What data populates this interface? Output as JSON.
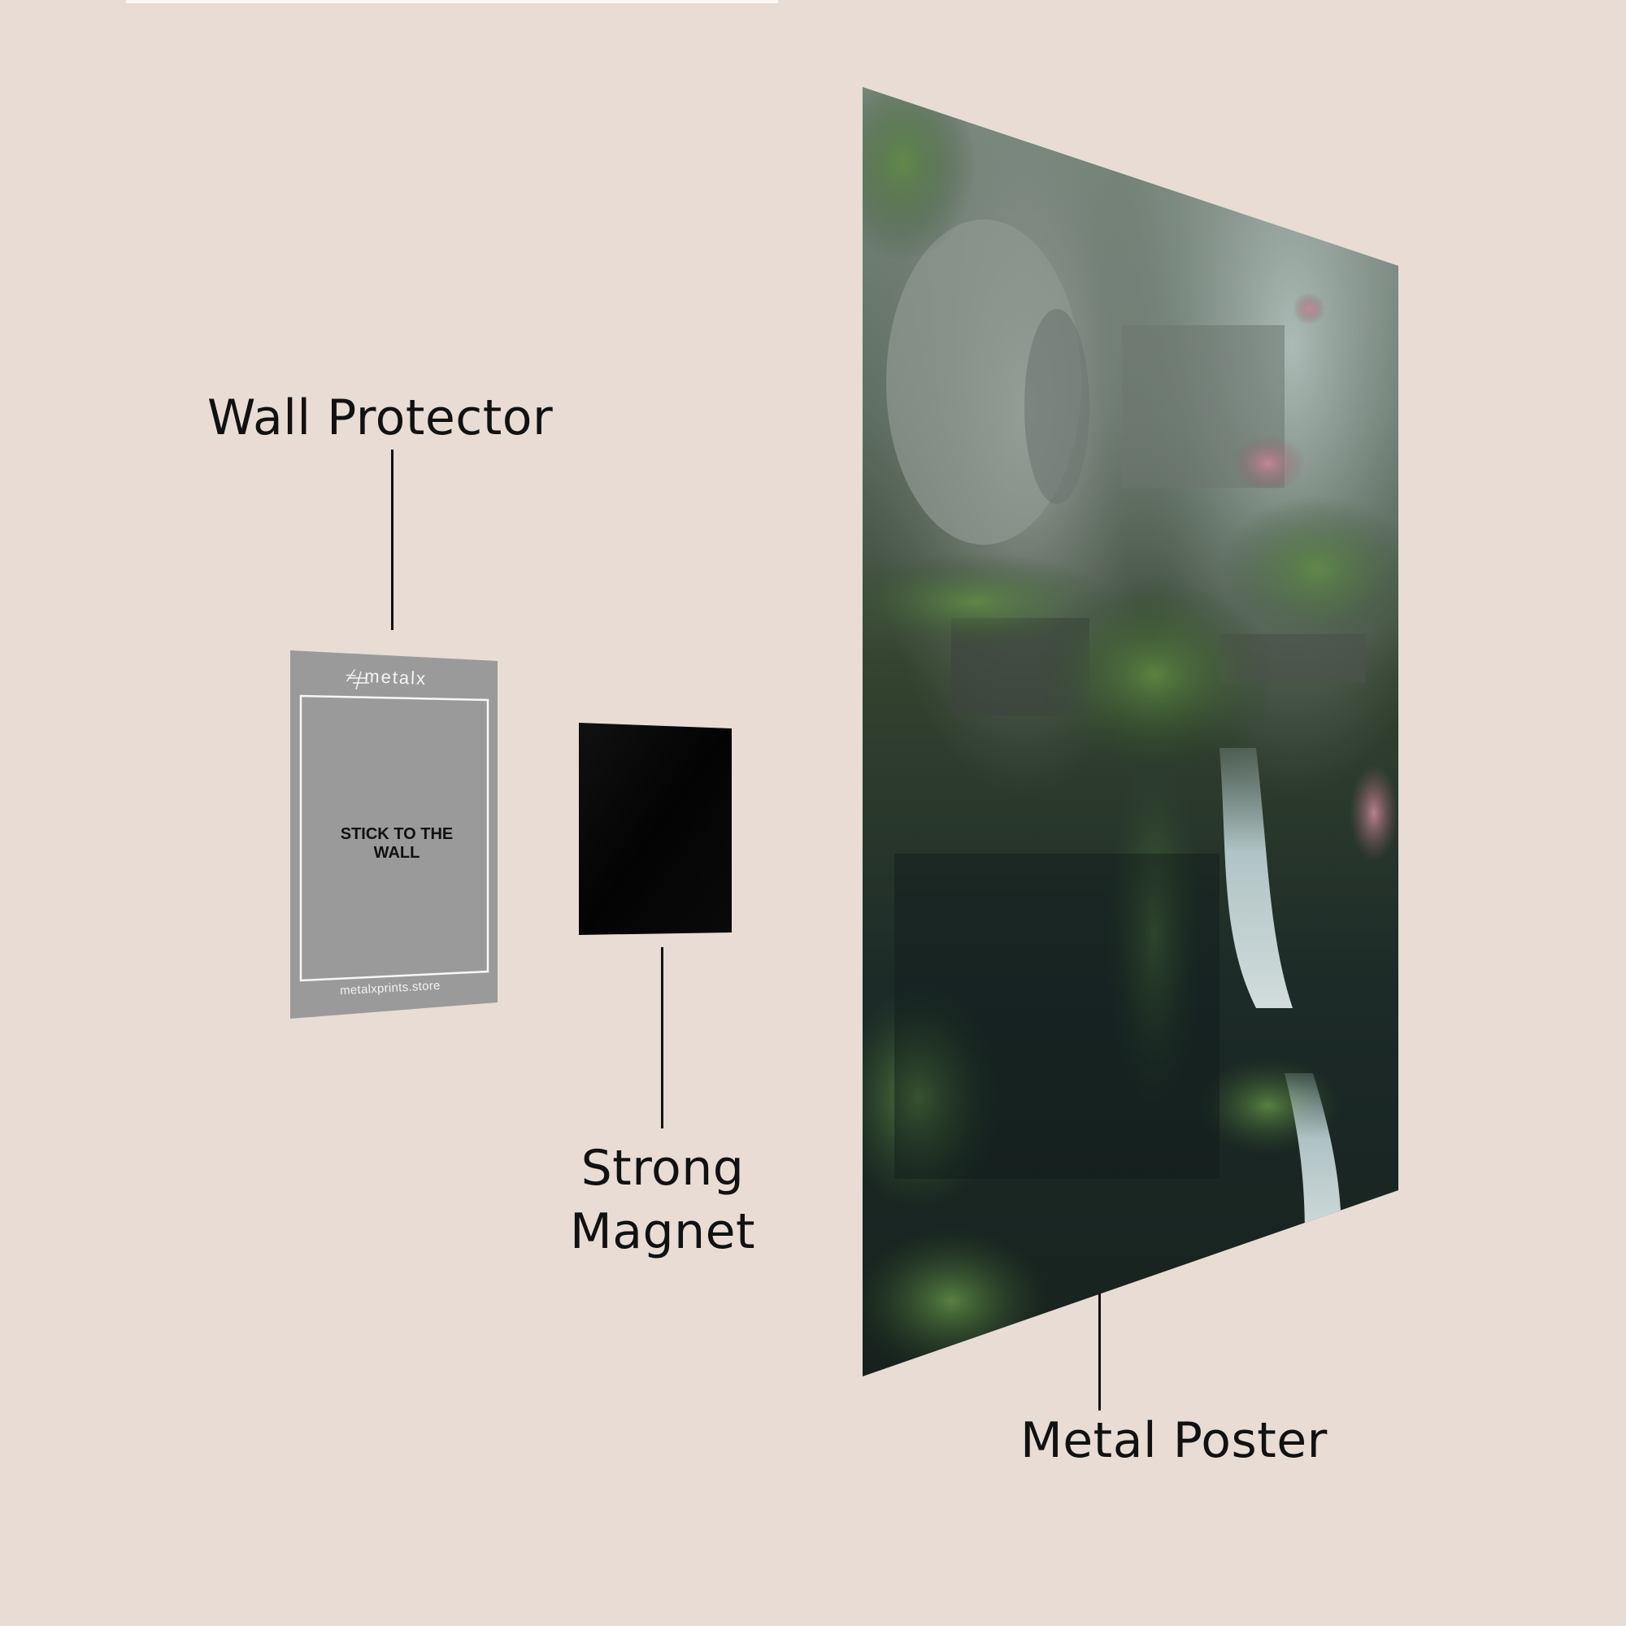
{
  "labels": {
    "wall_protector": "Wall Protector",
    "strong_magnet_line1": "Strong",
    "strong_magnet_line2": "Magnet",
    "metal_poster": "Metal Poster"
  },
  "wall_protector_card": {
    "brand": "⌿ metalx",
    "instruction": "STICK TO THE WALL",
    "website": "metalxprints.store",
    "color": "#9a9a9a"
  },
  "magnet": {
    "color": "#050505"
  },
  "poster": {
    "subject": "jungle-temple-waterfall-artwork"
  },
  "colors": {
    "background": "#e8dcd4",
    "text": "#111111"
  }
}
